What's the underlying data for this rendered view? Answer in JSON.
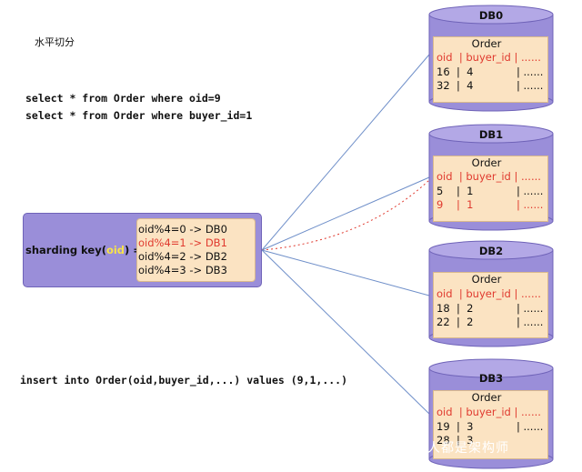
{
  "header": {
    "title": "水平切分"
  },
  "queries": {
    "select_by_oid": "select * from Order where oid=9",
    "select_by_buyer": "select * from Order where buyer_id=1",
    "insert": "insert into Order(oid,buyer_id,...) values (9,1,...)"
  },
  "sharding": {
    "label_prefix": "sharding key(",
    "key": "oid",
    "label_suffix": ") =>",
    "rules": [
      "oid%4=0 -> DB0",
      "oid%4=1 -> DB1",
      "oid%4=2 -> DB2",
      "oid%4=3 -> DB3"
    ],
    "highlighted_rule_index": 1
  },
  "databases": [
    {
      "name": "DB0",
      "table": "Order",
      "header": "oid  | buyer_id | ......",
      "rows": [
        "16  |  4             | ......",
        "32  |  4             | ......"
      ]
    },
    {
      "name": "DB1",
      "table": "Order",
      "header": "oid  | buyer_id | ......",
      "rows": [
        "5    |  1             | ......",
        "9    |  1             | ......"
      ],
      "highlighted_row_index": 1
    },
    {
      "name": "DB2",
      "table": "Order",
      "header": "oid  | buyer_id | ......",
      "rows": [
        "18  |  2             | ......",
        "22  |  2             | ......"
      ]
    },
    {
      "name": "DB3",
      "table": "Order",
      "header": "oid  | buyer_id | ......",
      "rows": [
        "19  |  3             | ......",
        "28  |  3"
      ]
    }
  ],
  "watermark": "人人都是架构师",
  "colors": {
    "cylinder": "#9a8ed9",
    "cylinder_stroke": "#6f63b8",
    "panel": "#fbe3c2",
    "highlight": "#e03a2f",
    "key": "#f7e24a",
    "connector": "#6f8fc9"
  }
}
